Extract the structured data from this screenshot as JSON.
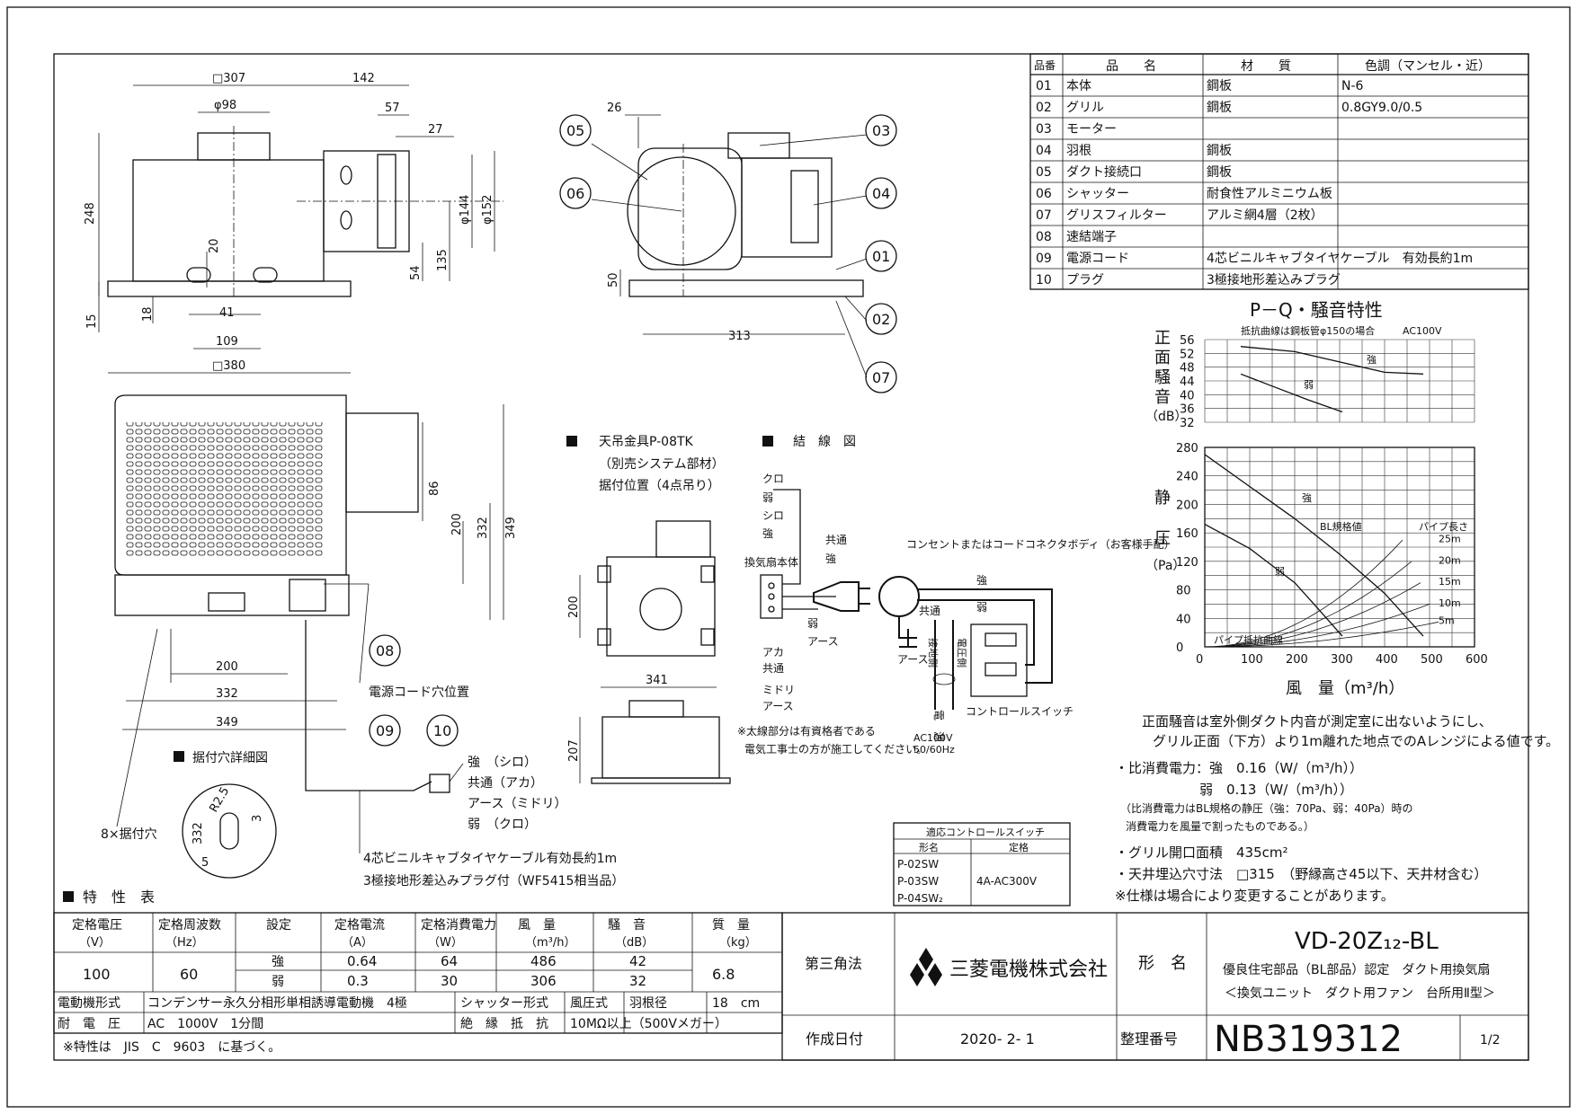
{
  "parts_table": {
    "headers": [
      "品番",
      "品　　名",
      "材　　質",
      "色調（マンセル・近）"
    ],
    "rows": [
      [
        "01",
        "本体",
        "鋼板",
        "N-6"
      ],
      [
        "02",
        "グリル",
        "鋼板",
        "0.8GY9.0/0.5"
      ],
      [
        "03",
        "モーター",
        "",
        ""
      ],
      [
        "04",
        "羽根",
        "鋼板",
        ""
      ],
      [
        "05",
        "ダクト接続口",
        "鋼板",
        ""
      ],
      [
        "06",
        "シャッター",
        "耐食性アルミニウム板",
        ""
      ],
      [
        "07",
        "グリスフィルター",
        "アルミ網4層（2枚）",
        ""
      ],
      [
        "08",
        "速結端子",
        "",
        ""
      ],
      [
        "09",
        "電源コード",
        "4芯ビニルキャブタイヤケーブル　有効長約1m",
        ""
      ],
      [
        "10",
        "プラグ",
        "3極接地形差込みプラグ",
        ""
      ]
    ]
  },
  "views": {
    "top_dims": {
      "d307": "□307",
      "d142": "142",
      "d98": "φ98",
      "d57": "57",
      "d27": "27",
      "d248": "248",
      "d144": "φ144",
      "d152": "φ152",
      "d20": "20",
      "d54": "54",
      "d135": "135",
      "d15": "15",
      "d18": "18",
      "d41": "41",
      "d109": "109",
      "d380": "□380"
    },
    "side_dims": {
      "d26": "26",
      "d50": "50",
      "d313": "313"
    },
    "front_dims": {
      "d86": "86",
      "d200v": "200",
      "d332v": "332",
      "d349v": "349",
      "d200": "200",
      "d332": "332",
      "d349": "349"
    },
    "callouts": [
      "05",
      "06",
      "03",
      "04",
      "01",
      "02",
      "07",
      "08",
      "09",
      "10"
    ],
    "cord_hole": "電源コード穴位置",
    "mount_hole_count": "8×据付穴",
    "mount_detail_title": "据付穴詳細図",
    "mount_detail_dims": {
      "r": "R2.5",
      "d3": "3",
      "d332": "332",
      "d5": "5"
    },
    "plug_labels": [
      "強　（シロ）",
      "共通（アカ）",
      "アース（ミドリ）",
      "弱　（クロ）"
    ],
    "cord_note1": "4芯ビニルキャブタイヤケーブル有効長約1m",
    "cord_note2": "3極接地形差込みプラグ付（WF5415相当品）"
  },
  "hanger": {
    "title": "天吊金具P-08TK",
    "line2": "（別売システム部材）",
    "line3": "据付位置（4点吊り）",
    "d200": "200",
    "d341": "341",
    "d207": "207"
  },
  "wiring": {
    "title": "結　線　図",
    "wire_top": [
      "クロ",
      "弱",
      "シロ",
      "強"
    ],
    "unit": "換気扇本体",
    "common": "共通",
    "strong": "強",
    "weak": "弱",
    "earth": "アース",
    "red_common": [
      "アカ",
      "共通"
    ],
    "green_earth": [
      "ミドリ",
      "アース"
    ],
    "outlet": "コンセントまたはコードコネクタボディ（お客様手配）",
    "right_common": "共通",
    "right_earth": "アース",
    "ground_side": "接地側",
    "voltage_side": "電圧側",
    "power": "電　源",
    "power_spec1": "AC100V",
    "power_spec2": "50/60Hz",
    "control_switch": "コントロールスイッチ",
    "note1": "※太線部分は有資格者である",
    "note2": "電気工事士の方が施工してください。"
  },
  "pq_chart": {
    "title": "P－Q・騒音特性",
    "noise_label": [
      "正",
      "面",
      "騒",
      "音"
    ],
    "noise_unit": "（dB）",
    "noise_note": "抵抗曲線は鋼板管φ150の場合",
    "noise_ac": "AC100V",
    "noise_ticks": [
      "56",
      "52",
      "48",
      "44",
      "40",
      "36",
      "32"
    ],
    "noise_strong": "強",
    "noise_weak": "弱",
    "pressure_label": [
      "静",
      "圧"
    ],
    "pressure_unit": "（Pa）",
    "pressure_ticks": [
      "280",
      "240",
      "200",
      "160",
      "120",
      "80",
      "40",
      "0"
    ],
    "flow_ticks": [
      "0",
      "100",
      "200",
      "300",
      "400",
      "500",
      "600"
    ],
    "flow_label": "風　量（m³/h）",
    "strong": "強",
    "weak": "弱",
    "bl": "BL規格値",
    "pipe_len": "パイプ長さ",
    "pipe_curve": "パイプ抵抗曲線",
    "lengths": [
      "25m",
      "20m",
      "15m",
      "10m",
      "5m"
    ]
  },
  "chart_data": {
    "type": "line",
    "title": "P－Q・騒音特性",
    "xlabel": "風　量（m³/h）",
    "ylabel": "静圧（Pa）",
    "xlim": [
      0,
      600
    ],
    "ylim": [
      0,
      280
    ],
    "series": [
      {
        "name": "強",
        "x": [
          0,
          100,
          200,
          300,
          400,
          486
        ],
        "y": [
          270,
          225,
          180,
          130,
          75,
          15
        ]
      },
      {
        "name": "弱",
        "x": [
          0,
          100,
          200,
          250,
          306
        ],
        "y": [
          172,
          138,
          90,
          55,
          15
        ]
      }
    ],
    "noise": {
      "ylabel": "正面騒音（dB）",
      "ylim": [
        32,
        56
      ],
      "series": [
        {
          "name": "強",
          "x": [
            80,
            200,
            300,
            400,
            486
          ],
          "y": [
            54,
            52.5,
            49.5,
            46.5,
            46
          ]
        },
        {
          "name": "弱",
          "x": [
            80,
            150,
            230,
            306
          ],
          "y": [
            46,
            42.5,
            38.5,
            35
          ]
        }
      ]
    }
  },
  "notes": {
    "noise1": "正面騒音は室外側ダクト内音が測定室に出ないようにし、",
    "noise2": "グリル正面（下方）より1m離れた地点でのAレンジによる値です。",
    "power_strong": "・比消費電力：強　0.16（W/（m³/h））",
    "power_weak": "弱　0.13（W/（m³/h））",
    "power_note1": "（比消費電力はBL規格の静圧（強：70Pa、弱：40Pa）時の",
    "power_note2": "消費電力を風量で割ったものである。）",
    "grille": "・グリル開口面積　435cm²",
    "ceiling": "・天井埋込穴寸法　□315　（野縁高さ45以下、天井材含む）",
    "spec": "※仕様は場合により変更することがあります。"
  },
  "switch_table": {
    "title": "適応コントロールスイッチ",
    "col1": "形名",
    "col2": "定格",
    "models": [
      "P-02SW",
      "P-03SW",
      "P-04SW₂"
    ],
    "rating": "4A-AC300V"
  },
  "spec_table": {
    "title": "特　性　表",
    "headers": [
      [
        "定格電圧",
        "（V）"
      ],
      [
        "定格周波数",
        "（Hz）"
      ],
      [
        "設定",
        ""
      ],
      [
        "定格電流",
        "（A）"
      ],
      [
        "定格消費電力",
        "（W）"
      ],
      [
        "風　量",
        "（m³/h）"
      ],
      [
        "騒　音",
        "（dB）"
      ],
      [
        "質　量",
        "（kg）"
      ]
    ],
    "voltage": "100",
    "frequency": "60",
    "mass": "6.8",
    "rows": [
      {
        "setting": "強",
        "current": "0.64",
        "power": "64",
        "flow": "486",
        "noise": "42"
      },
      {
        "setting": "弱",
        "current": "0.3",
        "power": "30",
        "flow": "306",
        "noise": "32"
      }
    ],
    "motor_label": "電動機形式",
    "motor_value": "コンデンサー永久分相形単相誘導電動機　4極",
    "shutter_label": "シャッター形式",
    "shutter_value": "風圧式",
    "blade_label": "羽根径",
    "blade_value": "18　cm",
    "withstand_label": "耐　電　圧",
    "withstand_value": "AC　1000V　1分間",
    "insulation_label": "絶　縁　抵　抗",
    "insulation_value": "10MΩ以上（500Vメガー）",
    "footnote": "※特性は　JIS　C　9603　に基づく。"
  },
  "title_block": {
    "projection": "第三角法",
    "company": "三菱電機株式会社",
    "model_label": "形　名",
    "model": "VD-20Z₁₂-BL",
    "desc1": "優良住宅部品（BL部品）認定　ダクト用換気扇",
    "desc2": "＜換気ユニット　ダクト用ファン　台所用Ⅱ型＞",
    "date_label": "作成日付",
    "date": "2020- 2- 1",
    "number_label": "整理番号",
    "number": "NB319312",
    "page": "1/2"
  },
  "colors": {
    "ink": "#111111",
    "paper": "#ffffff"
  }
}
